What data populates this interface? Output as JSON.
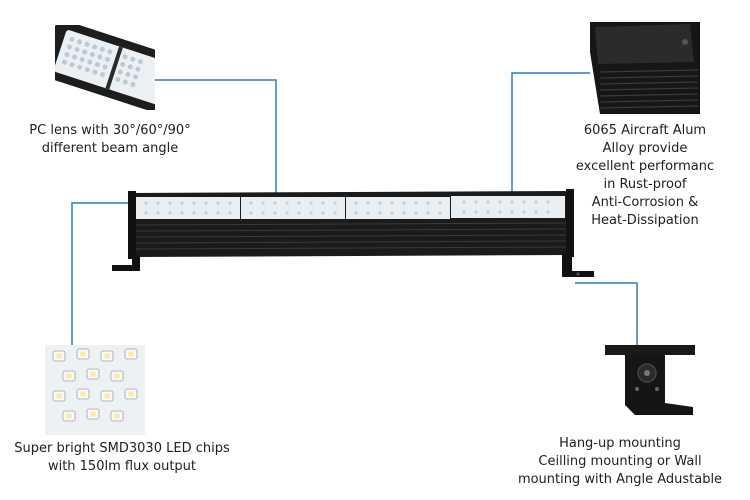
{
  "callouts": {
    "lens": {
      "lines": [
        "PC lens with 30°/60°/90°",
        "different beam angle"
      ]
    },
    "alloy": {
      "lines": [
        "6065 Aircraft Alum",
        "Alloy provide",
        "excellent performanc",
        "in Rust-proof",
        "Anti-Corrosion &",
        "Heat-Dissipation"
      ]
    },
    "chips": {
      "lines": [
        "Super bright SMD3030 LED chips",
        "with 150lm flux output"
      ]
    },
    "mounting": {
      "lines": [
        "Hang-up mounting",
        "Ceilling mounting or Wall",
        "mounting with Angle Adustable"
      ]
    }
  },
  "colors": {
    "leader_line": "#2c7fb8",
    "housing": "#1b1b1b",
    "lens": "#e9eef2"
  }
}
